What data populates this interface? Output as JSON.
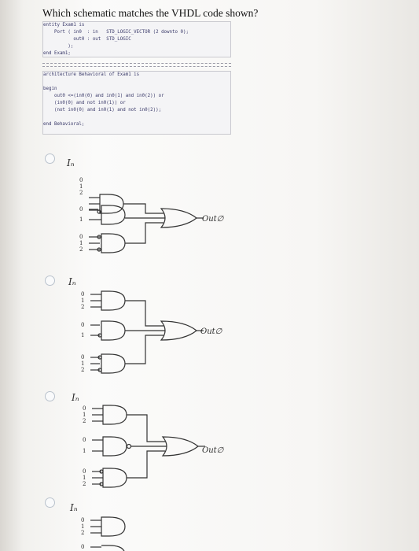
{
  "question": "Which schematic matches the VHDL code shown?",
  "entity_code": [
    "entity Exam1 is",
    "    Port ( in0  : in   STD_LOGIC_VECTOR (2 downto 0);",
    "           out0 : out  STD_LOGIC",
    "         );",
    "end Exam1;"
  ],
  "arch_code": [
    "architecture Behavioral of Exam1 is",
    "",
    "begin",
    "    out0 <=(in0(0) and in0(1) and in0(2)) or",
    "    (in0(0) and not in0(1)) or",
    "    (not in0(0) and in0(1) and not in0(2));",
    "",
    "end Behavioral;"
  ],
  "options": [
    {
      "input_label": "Iₙ",
      "output_label": "Out∅",
      "top_labels": [
        "0",
        "1",
        "2"
      ],
      "mid_labels": [
        "0",
        "1"
      ],
      "bot_labels": [
        "0",
        "1",
        "2"
      ]
    },
    {
      "input_label": "Iₙ",
      "output_label": "Out∅",
      "top_labels": [
        "0",
        "1",
        "2"
      ],
      "mid_labels": [
        "0",
        "1"
      ],
      "bot_labels": [
        "0",
        "1",
        "2"
      ]
    },
    {
      "input_label": "Iₙ",
      "output_label": "Out∅",
      "top_labels": [
        "0",
        "1",
        "2"
      ],
      "mid_labels": [
        "0",
        "1"
      ],
      "bot_labels": [
        "0",
        "1",
        "2"
      ]
    },
    {
      "input_label": "Iₙ",
      "output_label": "",
      "top_labels": [
        "0",
        "1",
        "2"
      ],
      "mid_labels": [
        "0"
      ],
      "bot_labels": []
    }
  ]
}
